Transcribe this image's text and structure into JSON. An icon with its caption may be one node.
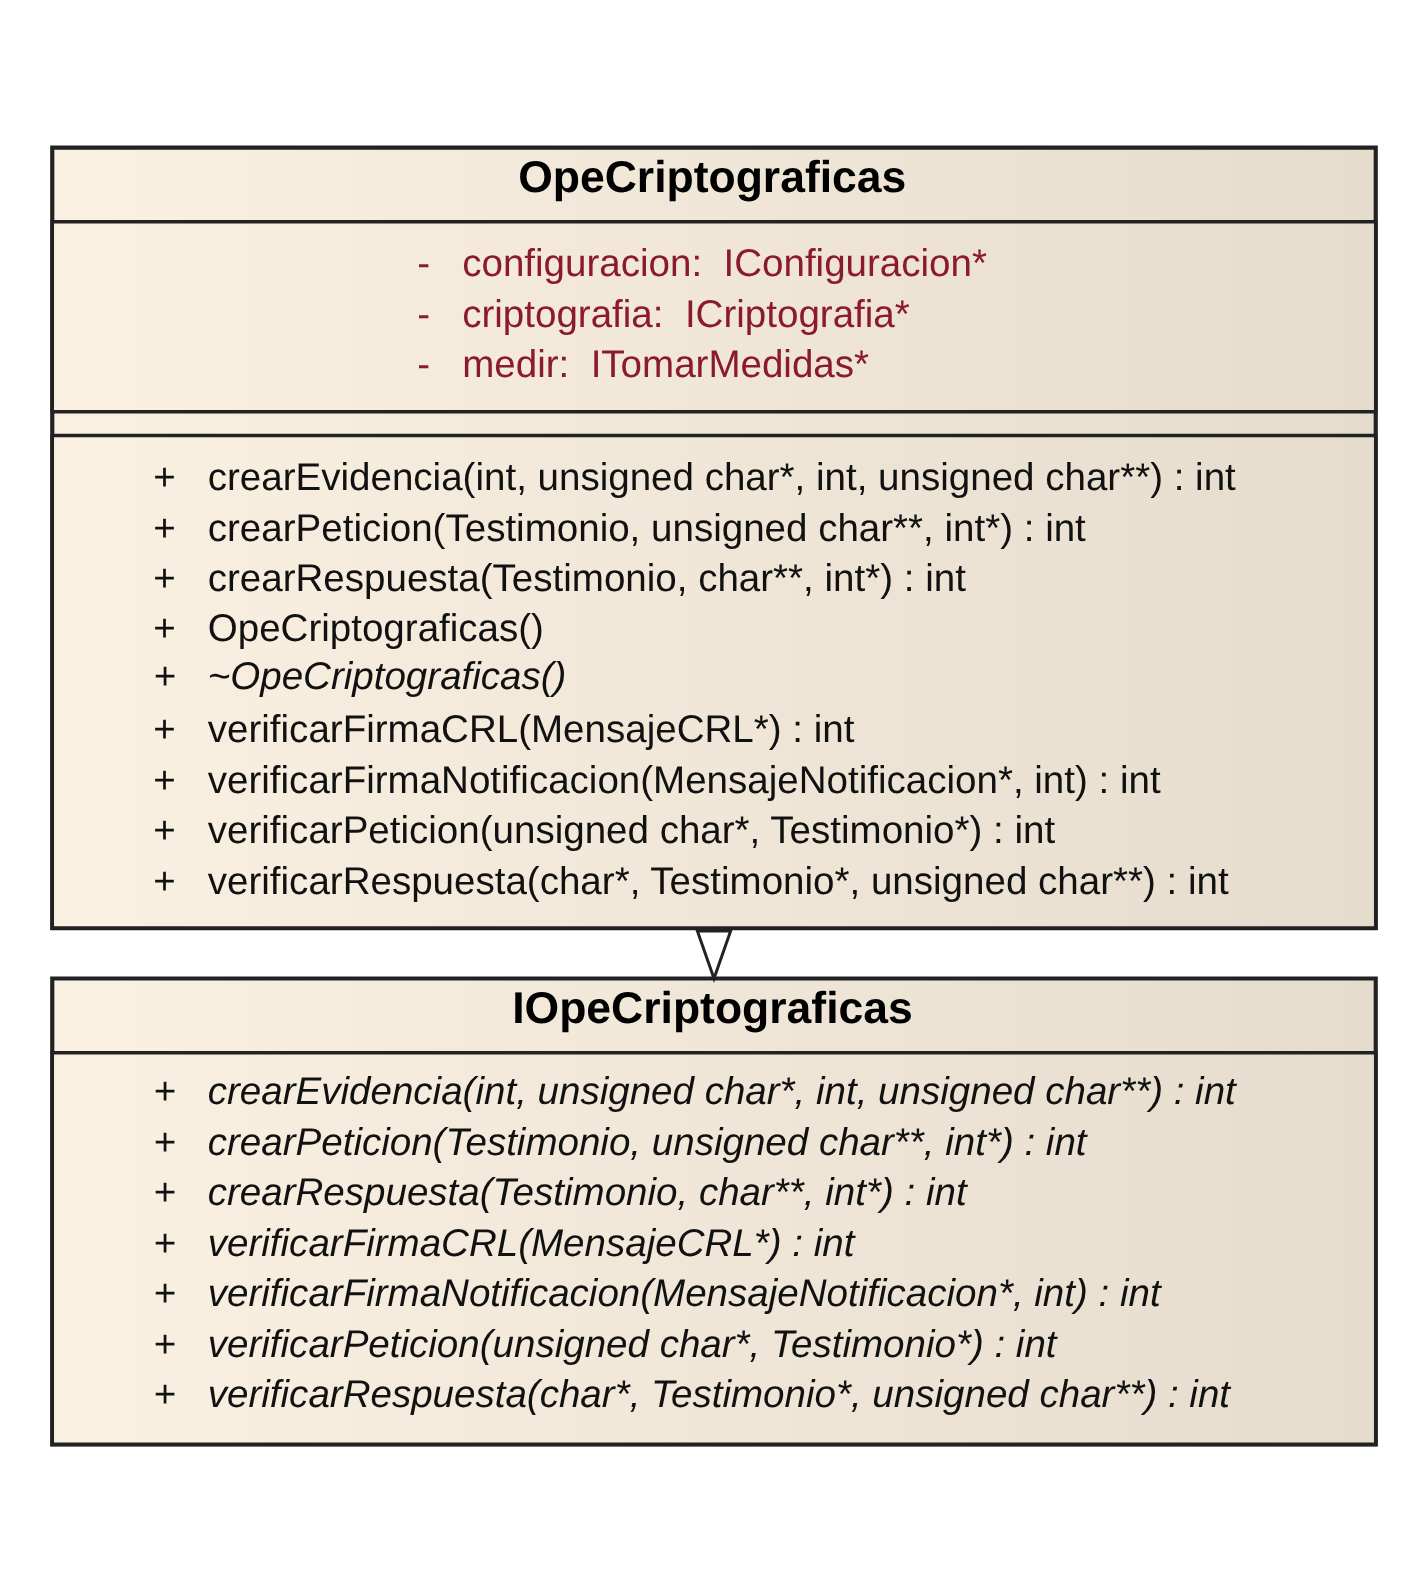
{
  "diagram": {
    "nodes": [
      {
        "text": [
          "OpeCriptograficas"
        ]
      },
      {
        "text": [
          "-   configuracion:  IConfiguracion*",
          "-   criptografia:  ICriptografia*",
          "-   medir:  ITomarMedidas*"
        ],
        "in": 0
      },
      {
        "text": [
          "+   crearEvidencia(int, unsigned char*, int, unsigned char**) : int",
          "+   crearPeticion(Testimonio, unsigned char**, int*) : int",
          "+   crearRespuesta(Testimonio, char**, int*) : int",
          "+   OpeCriptograficas()",
          "+   ~OpeCriptograficas()",
          "+   verificarFirmaCRL(MensajeCRL*) : int",
          "+   verificarFirmaNotificacion(MensajeNotificacion*, int) : int",
          "+   verificarPeticion(unsigned char*, Testimonio*) : int",
          "+   verificarRespuesta(char*, Testimonio*, unsigned char**) : int"
        ],
        "in": 0
      },
      {
        "text": [
          "IOpeCriptograficas"
        ]
      },
      {
        "text": [
          "+   crearEvidencia(int, unsigned char*, int, unsigned char**) : int",
          "+   crearPeticion(Testimonio, unsigned char**, int*) : int",
          "+   crearRespuesta(Testimonio, char**, int*) : int",
          "+   verificarFirmaCRL(MensajeCRL*) : int",
          "+   verificarFirmaNotificacion(MensajeNotificacion*, int) : int",
          "+   verificarPeticion(unsigned char*, Testimonio*) : int",
          "+   verificarRespuesta(char*, Testimonio*, unsigned char**) : int"
        ],
        "in": 3
      }
    ],
    "edges": [
      {
        "from": 0,
        "to": 3,
        "arrow": "to"
      }
    ]
  }
}
